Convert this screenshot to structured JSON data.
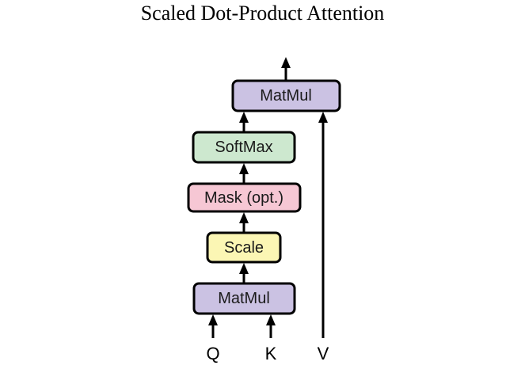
{
  "title": "Scaled Dot-Product Attention",
  "blocks": {
    "matmul_bottom": {
      "label": "MatMul",
      "color": "#cbc2e3"
    },
    "scale": {
      "label": "Scale",
      "color": "#fbf6b4"
    },
    "mask": {
      "label": "Mask (opt.)",
      "color": "#f6c7d4"
    },
    "softmax": {
      "label": "SoftMax",
      "color": "#cde8cf"
    },
    "matmul_top": {
      "label": "MatMul",
      "color": "#cbc2e3"
    }
  },
  "inputs": {
    "q": "Q",
    "k": "K",
    "v": "V"
  }
}
